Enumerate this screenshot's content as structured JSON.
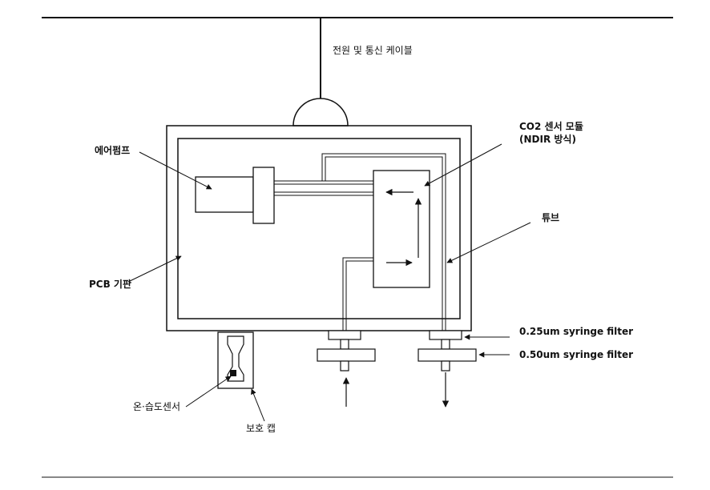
{
  "labels": {
    "cable": "전원 및 통신 케이블",
    "air_pump": "에어펌프",
    "co2_module_line1": "CO2 센서 모듈",
    "co2_module_line2": "(NDIR 방식)",
    "tube": "튜브",
    "pcb": "PCB 기판",
    "filter_025": "0.25um syringe filter",
    "filter_050": "0.50um syringe filter",
    "humidity_sensor": "온·습도센서",
    "protective_cap": "보호 캡"
  }
}
